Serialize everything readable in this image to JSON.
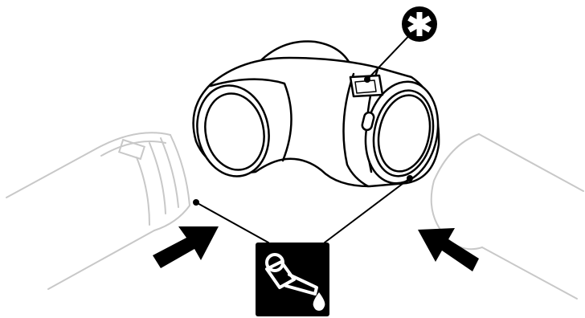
{
  "figure": {
    "type": "assembly-instruction-illustration",
    "subject": "elbow-pipe-fitting",
    "colors": {
      "line": "#000000",
      "ghost_line": "#c8c8c8",
      "background": "#ffffff",
      "badge_fill": "#000000",
      "badge_symbol": "#ffffff"
    },
    "icons": {
      "marker": "asterisk-badge-icon",
      "lubricant": "lubricant-oil-can-icon",
      "direction": "arrow-icon"
    },
    "arrows": [
      {
        "name": "left-insert-arrow",
        "points_toward": "upper-right"
      },
      {
        "name": "right-insert-arrow",
        "points_toward": "upper-left"
      }
    ]
  }
}
